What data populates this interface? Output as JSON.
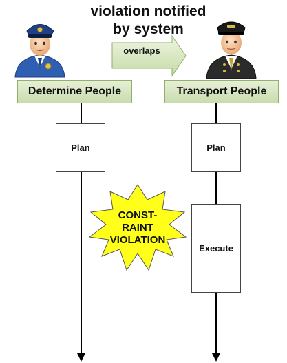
{
  "title": {
    "line1": "violation notified",
    "line2": "by system"
  },
  "overlap_arrow": {
    "label": "overlaps",
    "fill": "#d9e8c3"
  },
  "lanes": [
    {
      "actor_icon": "police-officer-icon",
      "header": "Determine People"
    },
    {
      "actor_icon": "conductor-icon",
      "header": "Transport People"
    }
  ],
  "boxes": {
    "left_plan": "Plan",
    "right_plan": "Plan",
    "right_execute": "Execute"
  },
  "burst": {
    "text_lines": [
      "CONST-",
      "RAINT",
      "VIOLATION"
    ],
    "fill": "#ffff1a"
  },
  "colors": {
    "header_fill": "#d6e6bf",
    "header_border": "#93ae6e",
    "lifeline": "#000000",
    "officer_uniform": "#2f5fb3",
    "conductor_suit": "#2b2b2b"
  }
}
